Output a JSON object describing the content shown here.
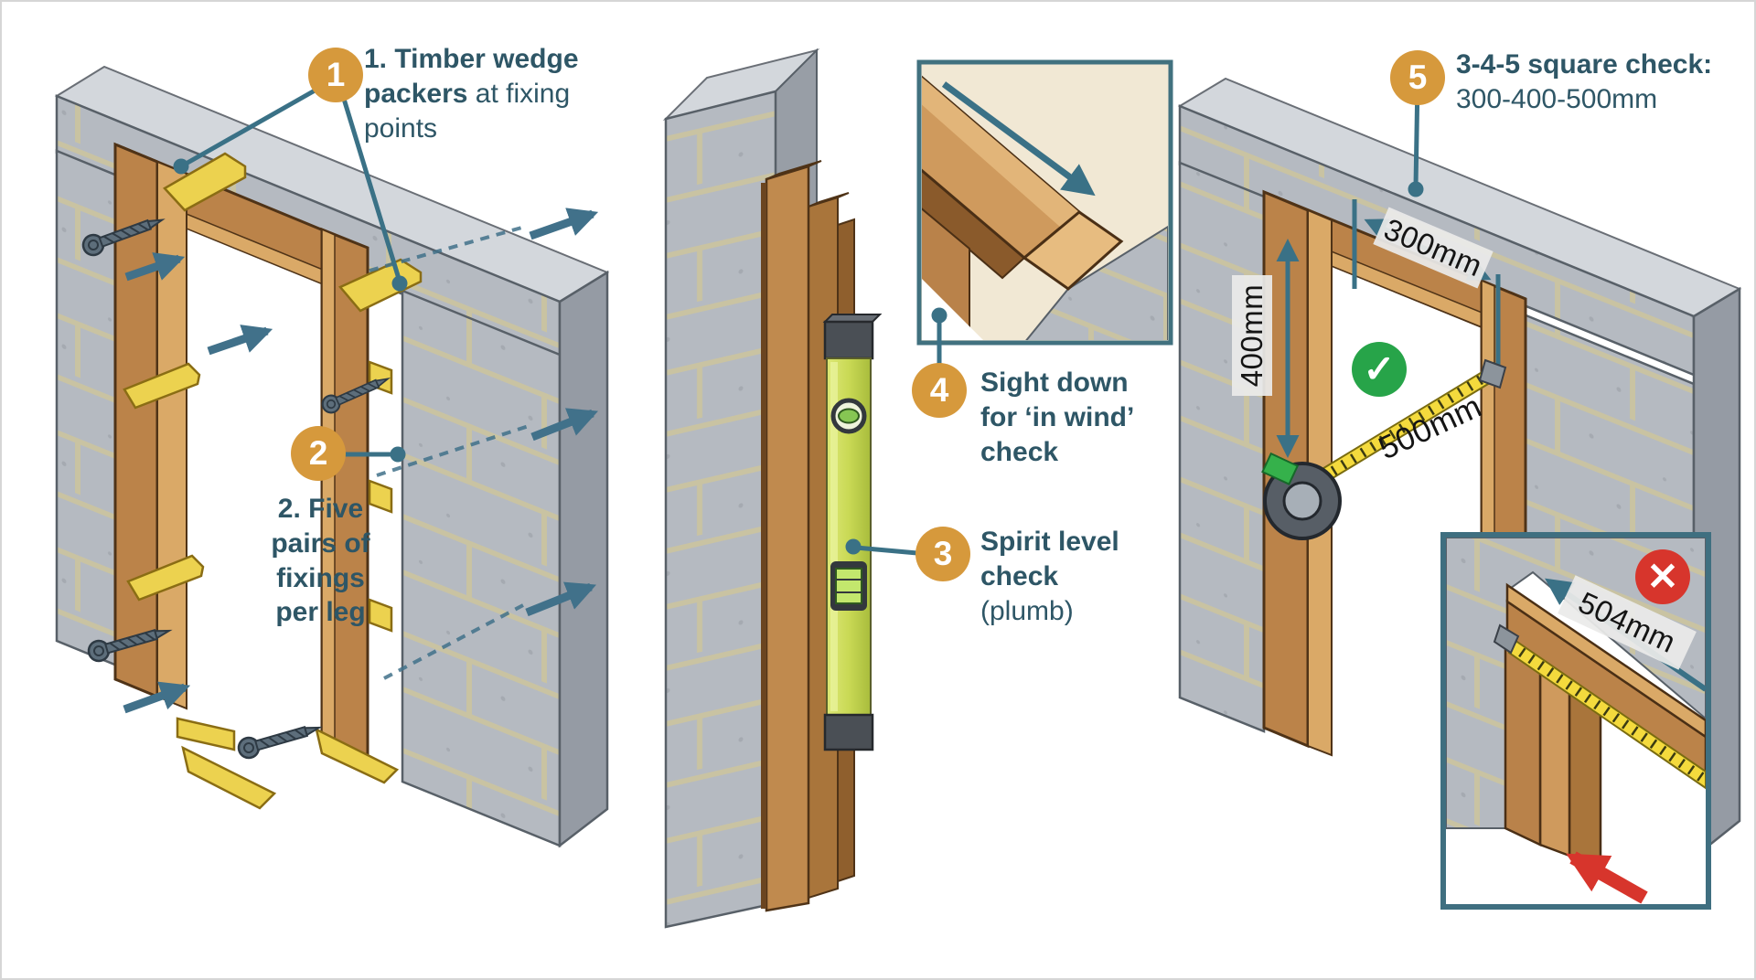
{
  "steps": {
    "s1": {
      "num": "1",
      "bold": "1. Timber wedge packers",
      "regular": " at fixing points"
    },
    "s2": {
      "num": "2",
      "text": "2. Five\npairs of\nfixings\nper leg"
    },
    "s3": {
      "num": "3",
      "bold": "Spirit level\ncheck",
      "regular": "(plumb)"
    },
    "s4": {
      "num": "4",
      "text": "Sight down\nfor ‘in wind’\ncheck"
    },
    "s5": {
      "num": "5",
      "bold": "3-4-5 square check:",
      "regular": "300-400-500mm"
    }
  },
  "measurements": {
    "top_width": "300mm",
    "side_height": "400mm",
    "diagonal_good": "500mm",
    "diagonal_bad": "504mm"
  },
  "icons": {
    "pass_check": "✓",
    "fail_cross": "✕"
  },
  "colors": {
    "annotation_text": "#2e5666",
    "step_badge_amber": "#d6993c",
    "leader_blue": "#3a7186",
    "arrow_blue": "#41718a",
    "pass_green": "#27a449",
    "fail_red": "#d7352c",
    "wood": "#bb8349",
    "wedge_gold": "#ecd24f",
    "block_grey": "#b5bac1",
    "mortar_tan": "#c9c3a2",
    "spirit_level_green": "#c9d955",
    "tape_yellow": "#f4da3d"
  }
}
